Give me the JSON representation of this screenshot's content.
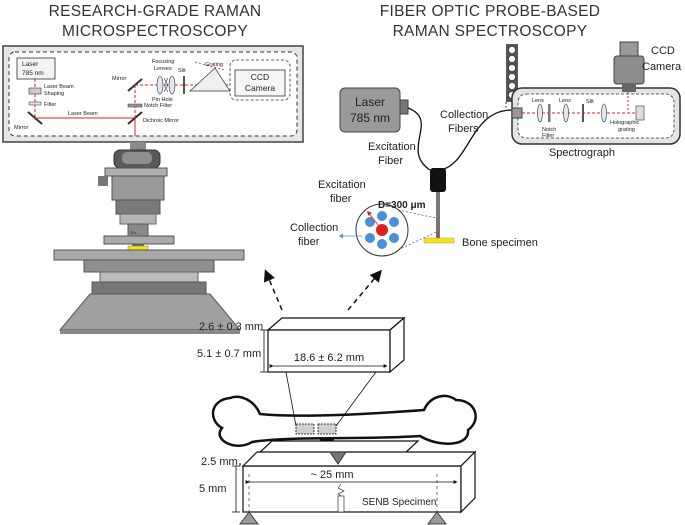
{
  "left_title": {
    "line1": "RESEARCH-GRADE RAMAN",
    "line2": "MICROSPECTROSCOPY"
  },
  "right_title": {
    "line1": "FIBER OPTIC PROBE-BASED",
    "line2": "RAMAN SPECTROSCOPY"
  },
  "micro_box": {
    "laser_line1": "Laser",
    "laser_line2": "785 nm",
    "beam_shaping_line1": "Laser Beam",
    "beam_shaping_line2": "Shaping",
    "filter": "Filter",
    "mirror_left": "Mirror",
    "laser_beam": "Laser Beam",
    "dichroic_mirror": "Dichroic Mirror",
    "mirror_mid": "Mirror",
    "notch_filter": "Notch Filter",
    "focusing_line1": "Focusing",
    "focusing_line2": "Lenses",
    "pin_hole": "Pin Hole",
    "slit": "Slit",
    "grating": "Grating",
    "ccd_line1": "CCD",
    "ccd_line2": "Camera"
  },
  "fiber_system": {
    "laser_line1": "Laser",
    "laser_line2": "785 nm",
    "excitation_fiber_line1": "Excitation",
    "excitation_fiber_line2": "Fiber",
    "collection_fibers_line1": "Collection",
    "collection_fibers_line2": "Fibers",
    "ccd_line1": "CCD",
    "ccd_line2": "Camera",
    "lens1": "Lens",
    "lens2": "Lens",
    "notch_line1": "Notch",
    "notch_line2": "Filter",
    "slit": "Slit",
    "holo_line1": "Holographic",
    "holo_line2": "grating",
    "spectrograph": "Spectrograph",
    "excitation_label_line1": "Excitation",
    "excitation_label_line2": "fiber",
    "probe_diameter": "D=300 μm",
    "collection_label_line1": "Collection",
    "collection_label_line2": "fiber",
    "bone_specimen": "Bone specimen"
  },
  "beam_specimen": {
    "height": "2.6 ± 0.3 mm",
    "width": "5.1 ± 0.7 mm",
    "length": "18.6 ± 6.2 mm"
  },
  "senb_specimen": {
    "thickness": "2.5 mm",
    "height": "5 mm",
    "length": "~ 25 mm",
    "label": "SENB Specimen"
  },
  "colors": {
    "laser_beam": "#e02020",
    "scope_body": "#9a9a9a",
    "scope_dark": "#5a5a5a",
    "fiber_core_blue": "#4a90d9",
    "bone_yellow": "#f5e60a"
  }
}
